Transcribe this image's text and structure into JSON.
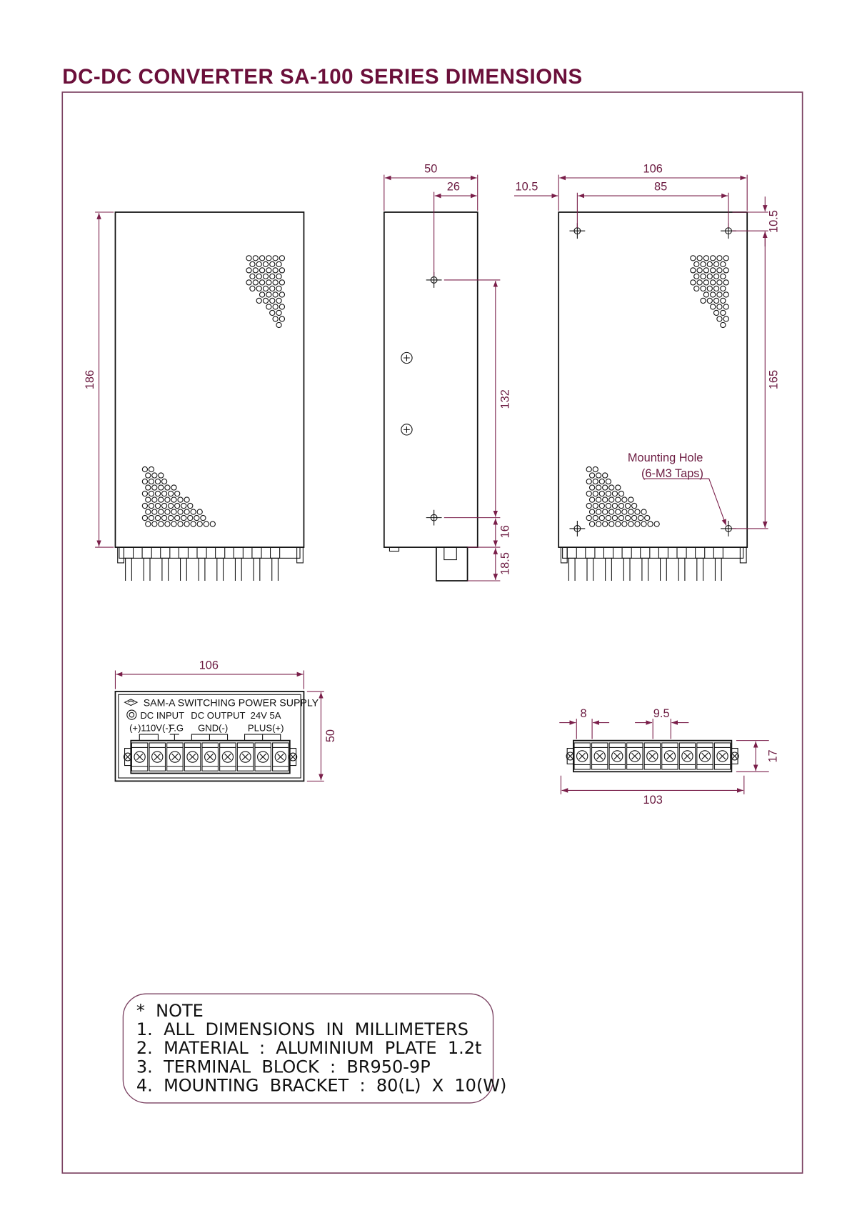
{
  "title": "DC-DC CONVERTER SA-100 SERIES DIMENSIONS",
  "front_view": {
    "height_dim": "186"
  },
  "side_view": {
    "width_dim": "50",
    "offset_dim": "26",
    "hole_spacing_dim": "132",
    "bottom_offset_dim": "16",
    "terminal_height_dim": "18.5"
  },
  "rear_view": {
    "width_dim": "106",
    "hole_spacing_dim": "85",
    "left_offset_dim": "10.5",
    "top_offset_dim": "10.5",
    "vertical_hole_dim": "165",
    "mounting_label_1": "Mounting Hole",
    "mounting_label_2": "(6-M3 Taps)"
  },
  "terminal_panel": {
    "width_dim": "106",
    "height_dim": "50",
    "brand": "SAM-A SWITCHING POWER SUPPLY",
    "dc_input": "DC INPUT",
    "dc_output": "DC OUTPUT  24V 5A",
    "input_label": "(+)110V(-)",
    "fg_label": "F.G",
    "gnd_label": "GND(-)",
    "plus_label": "PLUS(+)"
  },
  "terminal_block": {
    "pitch_dim": "9.5",
    "edge_dim": "8",
    "height_dim": "17",
    "length_dim": "103"
  },
  "notes": {
    "heading": "*  NOTE",
    "items": [
      "1.  ALL  DIMENSIONS  IN  MILLIMETERS",
      "2.  MATERIAL  :  ALUMINIUM  PLATE  1.2t",
      "3.  TERMINAL  BLOCK  :  BR950-9P",
      "4.  MOUNTING  BRACKET  :  80(L)  X  10(W)"
    ]
  },
  "colors": {
    "accent": "#6b0f3a",
    "dimension": "#7a1f4a"
  }
}
